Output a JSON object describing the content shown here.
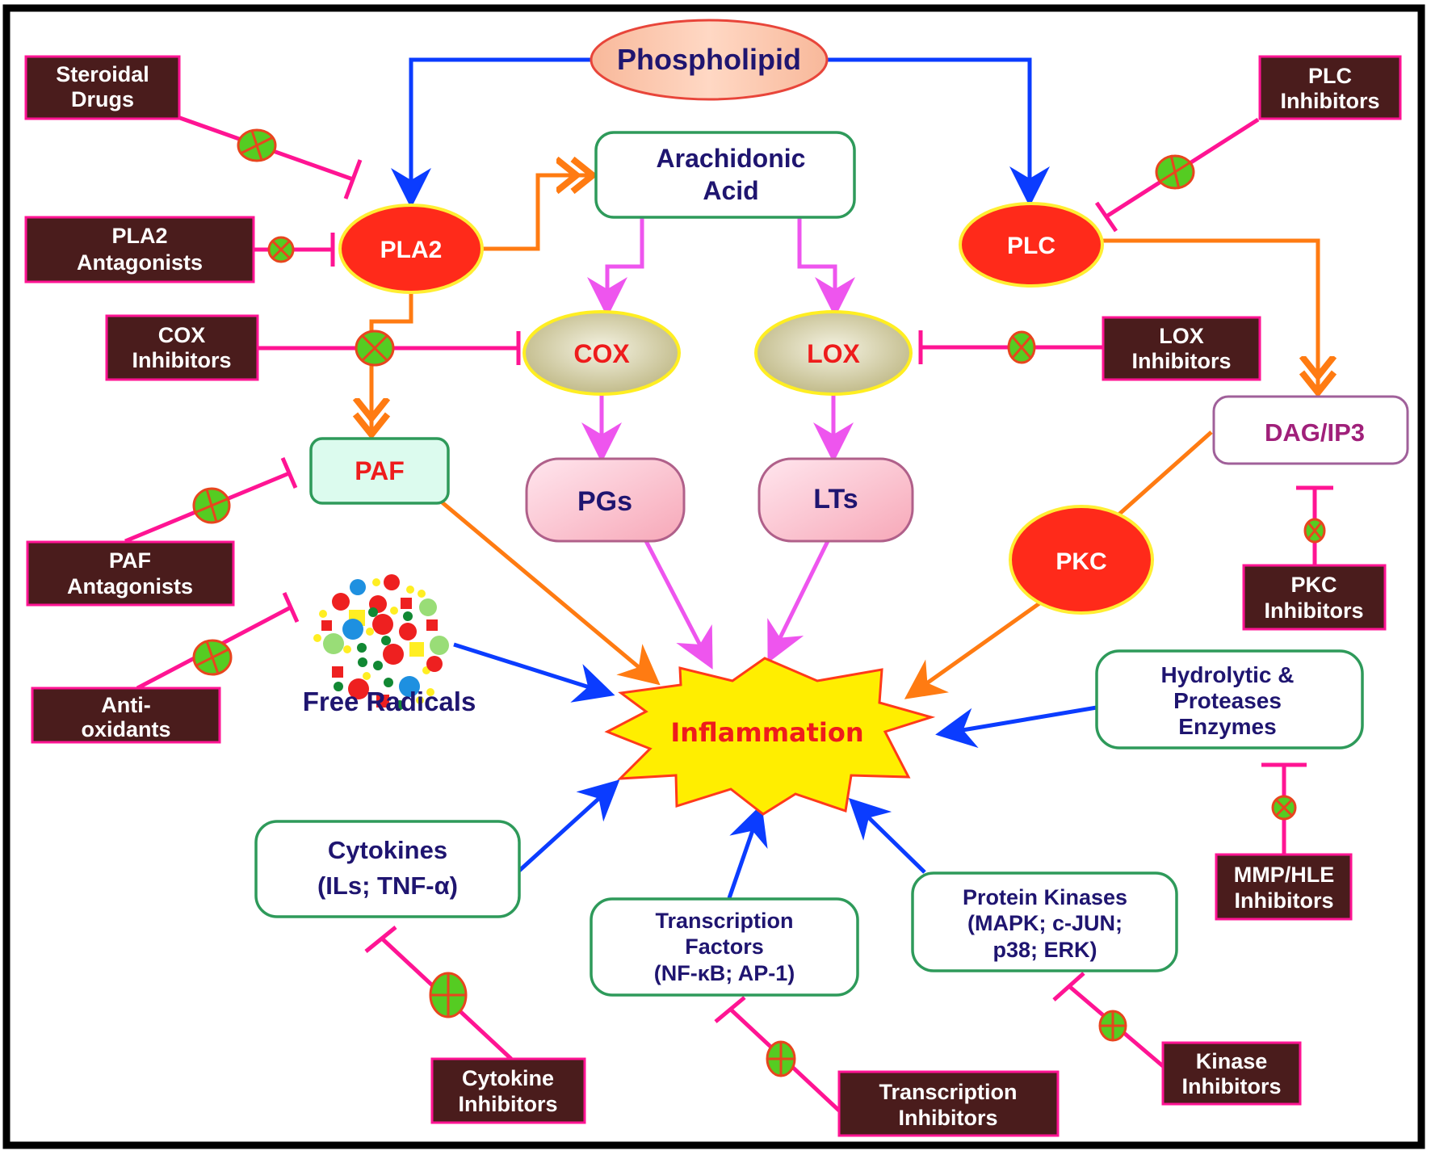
{
  "title": "Inflammation signaling pathways and inhibitor targets",
  "colors": {
    "inhibitor_box": "#4a1c1c",
    "inhibitor_border": "#ff1493",
    "enzyme_red": "#ff2a1a",
    "activation_blue": "#0b3cff",
    "activation_orange": "#ff7b12",
    "activation_violet": "#ee55ee",
    "inhibition_pink": "#ff1493",
    "node_text": "#1f1570",
    "inflammation_fill": "#ffee00"
  },
  "nodes": {
    "phospholipid": "Phospholipid",
    "arachidonic": [
      "Arachidonic",
      "Acid"
    ],
    "pla2": "PLA2",
    "plc": "PLC",
    "cox": "COX",
    "lox": "LOX",
    "paf": "PAF",
    "pgs": "PGs",
    "lts": "LTs",
    "dag_ip3": "DAG/IP3",
    "pkc": "PKC",
    "free_radicals": "Free Radicals",
    "inflammation": "Inflammation",
    "hydrolytic": [
      "Hydrolytic &",
      "Proteases",
      "Enzymes"
    ],
    "cytokines": [
      "Cytokines",
      "(ILs; TNF-α)"
    ],
    "transcription_factors": [
      "Transcription",
      "Factors",
      "(NF-κB; AP-1)"
    ],
    "protein_kinases": [
      "Protein Kinases",
      "(MAPK; c-JUN;",
      "p38; ERK)"
    ]
  },
  "inhibitors": {
    "steroidal": [
      "Steroidal",
      "Drugs"
    ],
    "pla2_antagonists": [
      "PLA2",
      "Antagonists"
    ],
    "cox_inhibitors": [
      "COX",
      "Inhibitors"
    ],
    "plc_inhibitors": [
      "PLC",
      "Inhibitors"
    ],
    "lox_inhibitors": [
      "LOX",
      "Inhibitors"
    ],
    "paf_antagonists": [
      "PAF",
      "Antagonists"
    ],
    "antioxidants": [
      "Anti-",
      "oxidants"
    ],
    "pkc_inhibitors": [
      "PKC",
      "Inhibitors"
    ],
    "mmp_hle_inhibitors": [
      "MMP/HLE",
      "Inhibitors"
    ],
    "cytokine_inhibitors": [
      "Cytokine",
      "Inhibitors"
    ],
    "transcription_inhibitors": [
      "Transcription",
      "Inhibitors"
    ],
    "kinase_inhibitors": [
      "Kinase",
      "Inhibitors"
    ]
  }
}
